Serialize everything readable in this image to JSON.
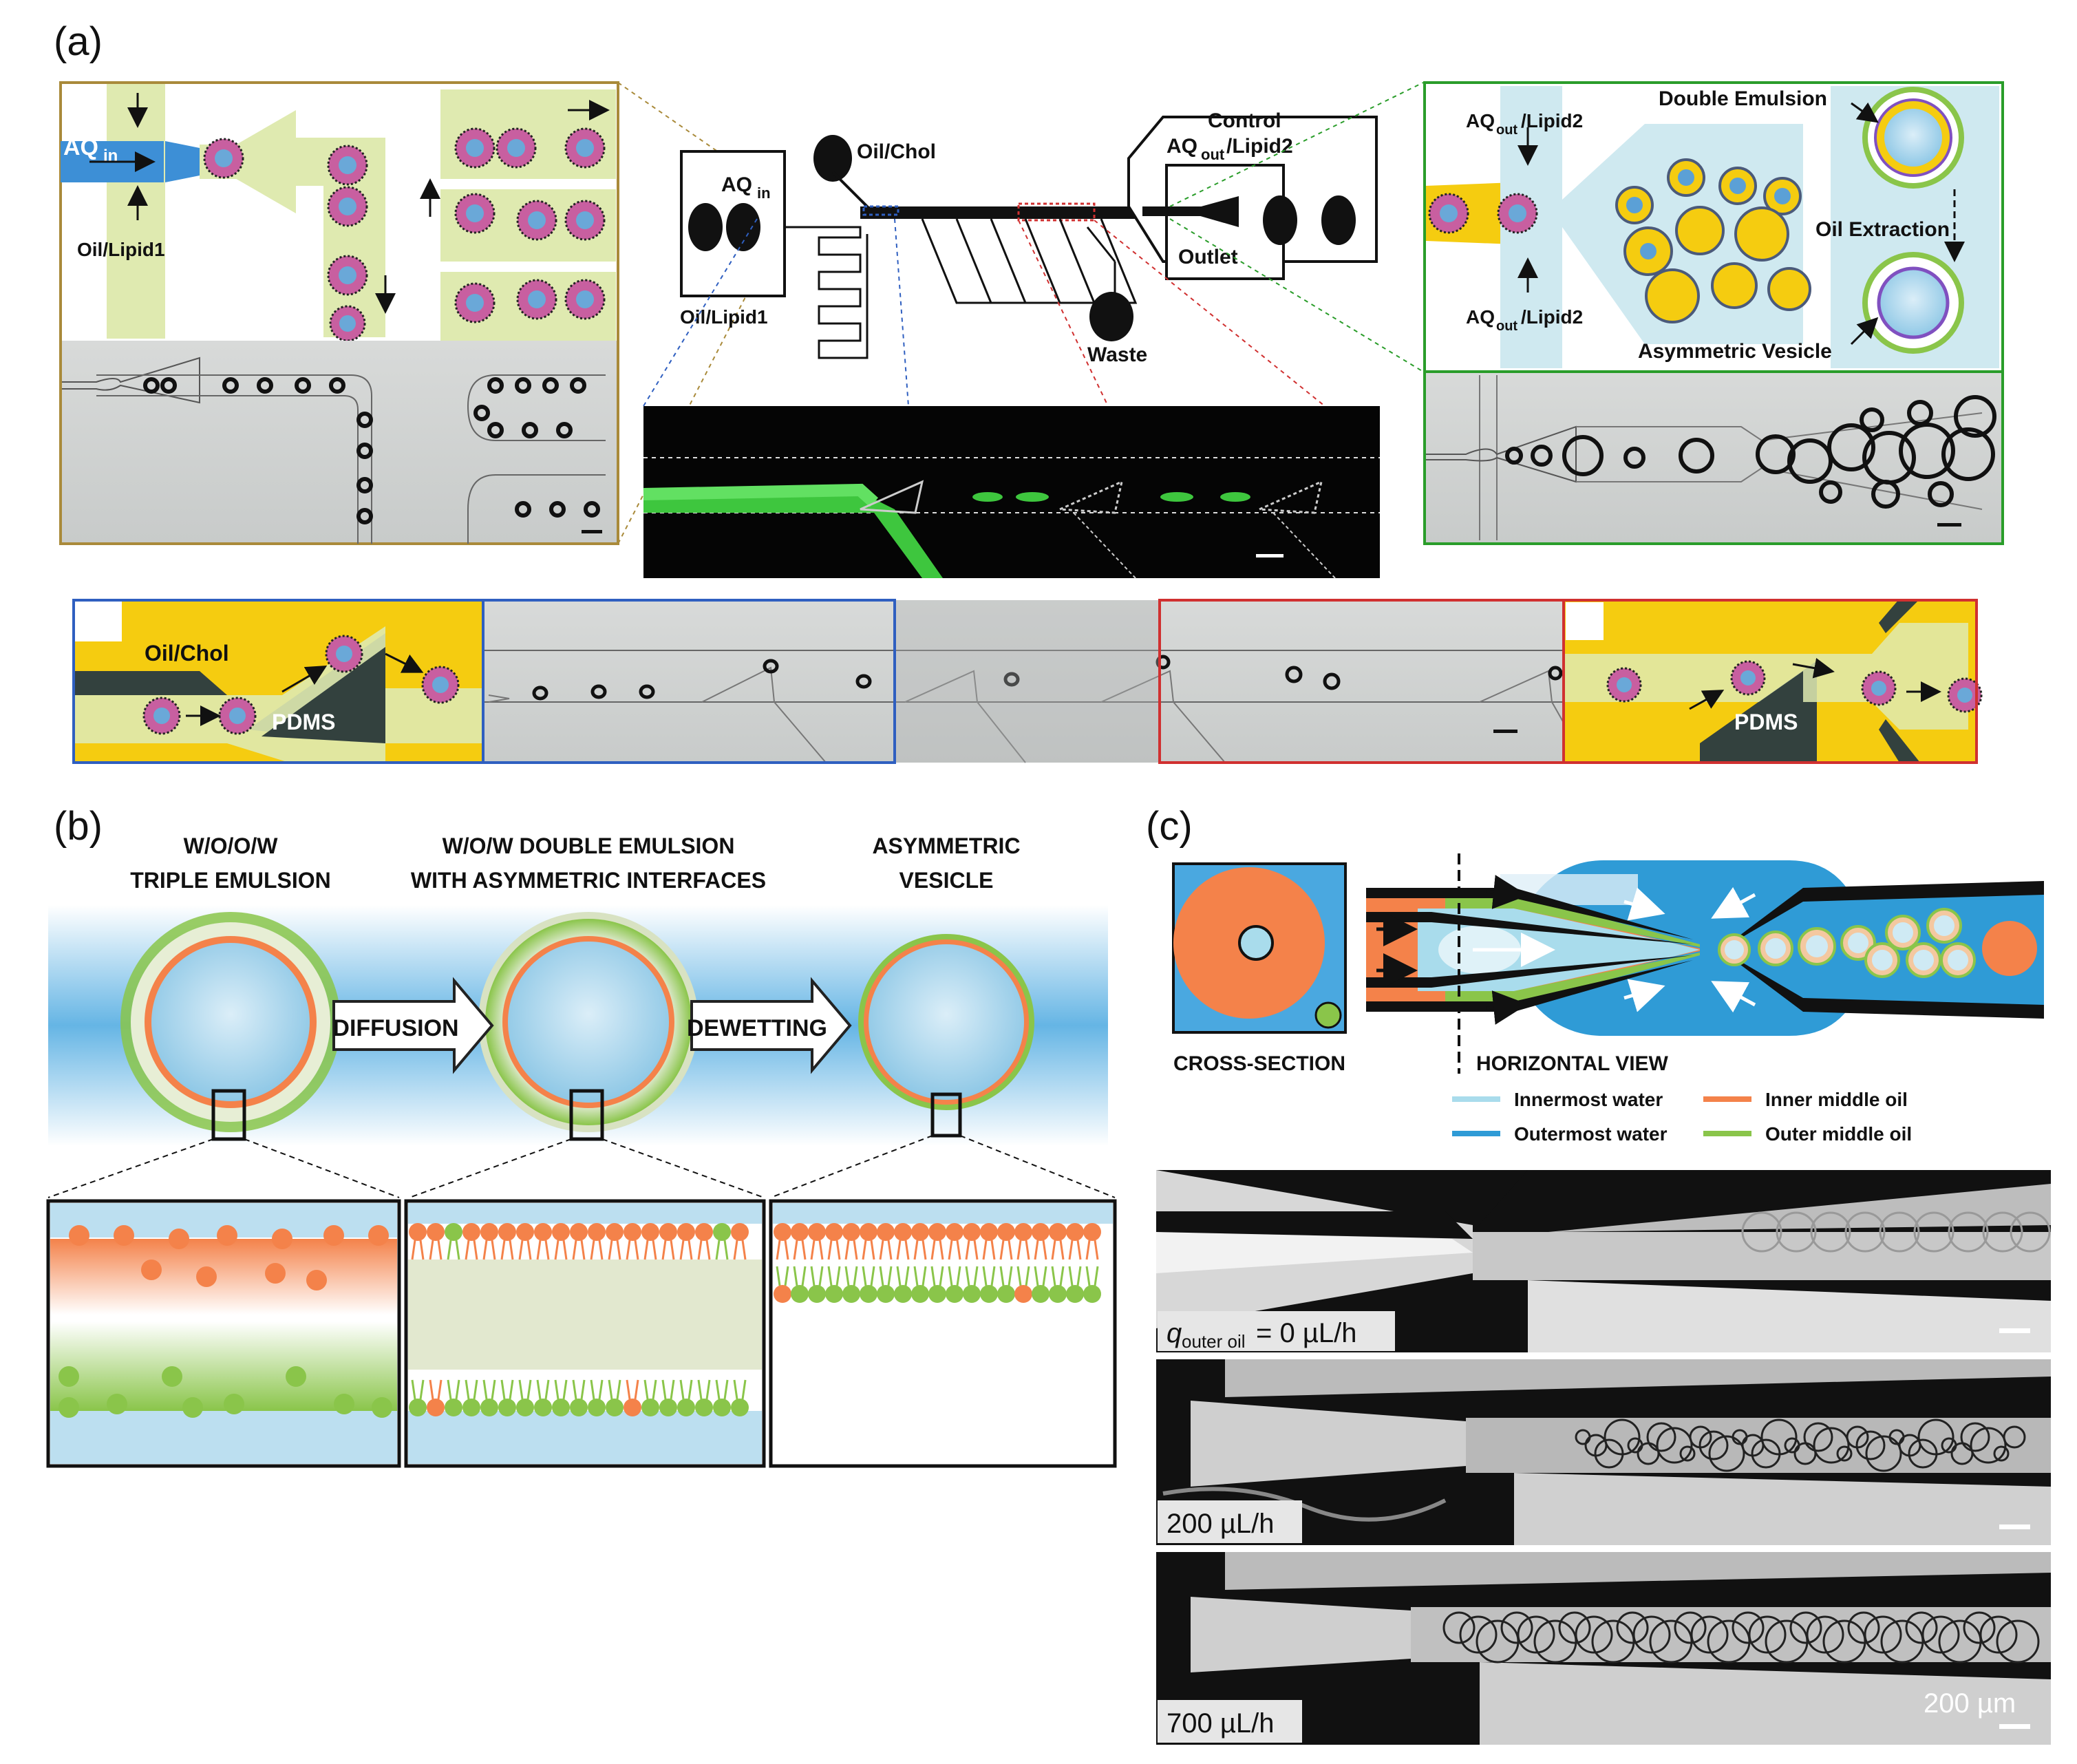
{
  "panel_labels": {
    "a": "(a)",
    "b": "(b)",
    "c": "(c)"
  },
  "panel_a": {
    "top_left": {
      "aq_in": "AQ",
      "aq_in_sub": "in",
      "oil_lipid1": "Oil/Lipid1"
    },
    "chip": {
      "oil_chol": "Oil/Chol",
      "aq_in": "AQ",
      "aq_in_sub": "in",
      "oil_lipid1": "Oil/Lipid1",
      "control": "Control",
      "aq_out": "AQ",
      "aq_out_sub": "out",
      "aq_out_suffix": "/Lipid2",
      "outlet": "Outlet",
      "waste": "Waste"
    },
    "top_right": {
      "aq_out": "AQ",
      "aq_out_sub": "out",
      "aq_out_suffix": "/Lipid2",
      "double_emulsion": "Double Emulsion",
      "oil_extraction": "Oil Extraction",
      "asymmetric_vesicle": "Asymmetric Vesicle"
    },
    "bottom_left": {
      "oil_chol": "Oil/Chol",
      "pdms": "PDMS"
    },
    "bottom_right": {
      "pdms": "PDMS"
    }
  },
  "panel_b": {
    "headers": [
      {
        "line1": "W/O/O/W",
        "line2": "TRIPLE EMULSION"
      },
      {
        "line1": "W/O/W DOUBLE EMULSION",
        "line2": "WITH ASYMMETRIC INTERFACES"
      },
      {
        "line1": "ASYMMETRIC",
        "line2": "VESICLE"
      }
    ],
    "arrows": [
      "DIFFUSION",
      "DEWETTING"
    ]
  },
  "panel_c": {
    "cross_section": "CROSS-SECTION",
    "horizontal_view": "HORIZONTAL VIEW",
    "legend": [
      {
        "label": "Innermost water",
        "color": "#a9dcec"
      },
      {
        "label": "Inner middle oil",
        "color": "#f4824a"
      },
      {
        "label": "Outermost water",
        "color": "#2f9bd6"
      },
      {
        "label": "Outer middle oil",
        "color": "#8ac54a"
      }
    ],
    "images": [
      {
        "q": "q",
        "q_sub": "outer oil",
        "rest": " = 0 µL/h"
      },
      {
        "label": "200 µL/h"
      },
      {
        "label": "700 µL/h"
      }
    ],
    "scale": "200 µm"
  }
}
